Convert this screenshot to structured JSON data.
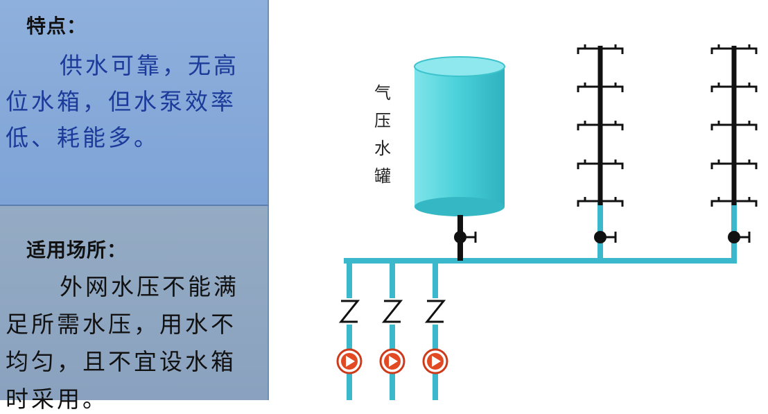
{
  "features": {
    "heading": "特点：",
    "lines": [
      "供水可靠，无高",
      "位水箱，但水泵效率",
      "低、耗能多。"
    ]
  },
  "applicable": {
    "heading": "适用场所：",
    "lines": [
      "外网水压不能满",
      "足所需水压，用水不",
      "均匀，且不宜设水箱",
      "时采用。"
    ]
  },
  "diagram": {
    "tank_label": [
      "气",
      "压",
      "水",
      "罐"
    ],
    "colors": {
      "pipe": "#3cb8cc",
      "tank": "#48d0d8",
      "riser": "#111111",
      "pump": "#cc3a1a"
    },
    "icons": [
      "check-valve-icon",
      "pump-icon",
      "gate-valve-icon",
      "faucet-icon"
    ]
  }
}
